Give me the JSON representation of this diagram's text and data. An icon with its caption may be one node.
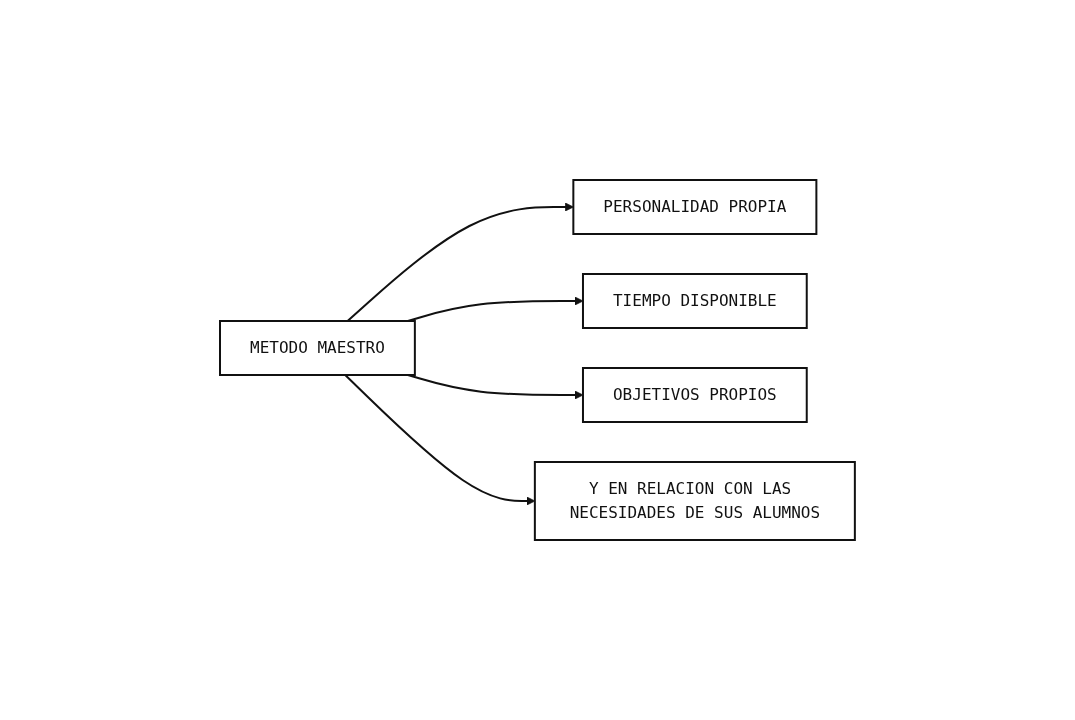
{
  "diagram": {
    "nodes": [
      {
        "text": [
          "METODO MAESTRO"
        ]
      },
      {
        "text": [
          "PERSONALIDAD PROPIA"
        ]
      },
      {
        "text": [
          "TIEMPO DISPONIBLE"
        ]
      },
      {
        "text": [
          "OBJETIVOS PROPIOS"
        ]
      },
      {
        "text": [
          "Y EN RELACION CON LAS NECESIDADES DE SUS ALUMNOS"
        ]
      }
    ],
    "edges": [
      {
        "from": 0,
        "to": 1,
        "arrow": "to"
      },
      {
        "from": 0,
        "to": 2,
        "arrow": "to"
      },
      {
        "from": 0,
        "to": 3,
        "arrow": "to"
      },
      {
        "from": 0,
        "to": 4,
        "arrow": "to"
      }
    ]
  }
}
